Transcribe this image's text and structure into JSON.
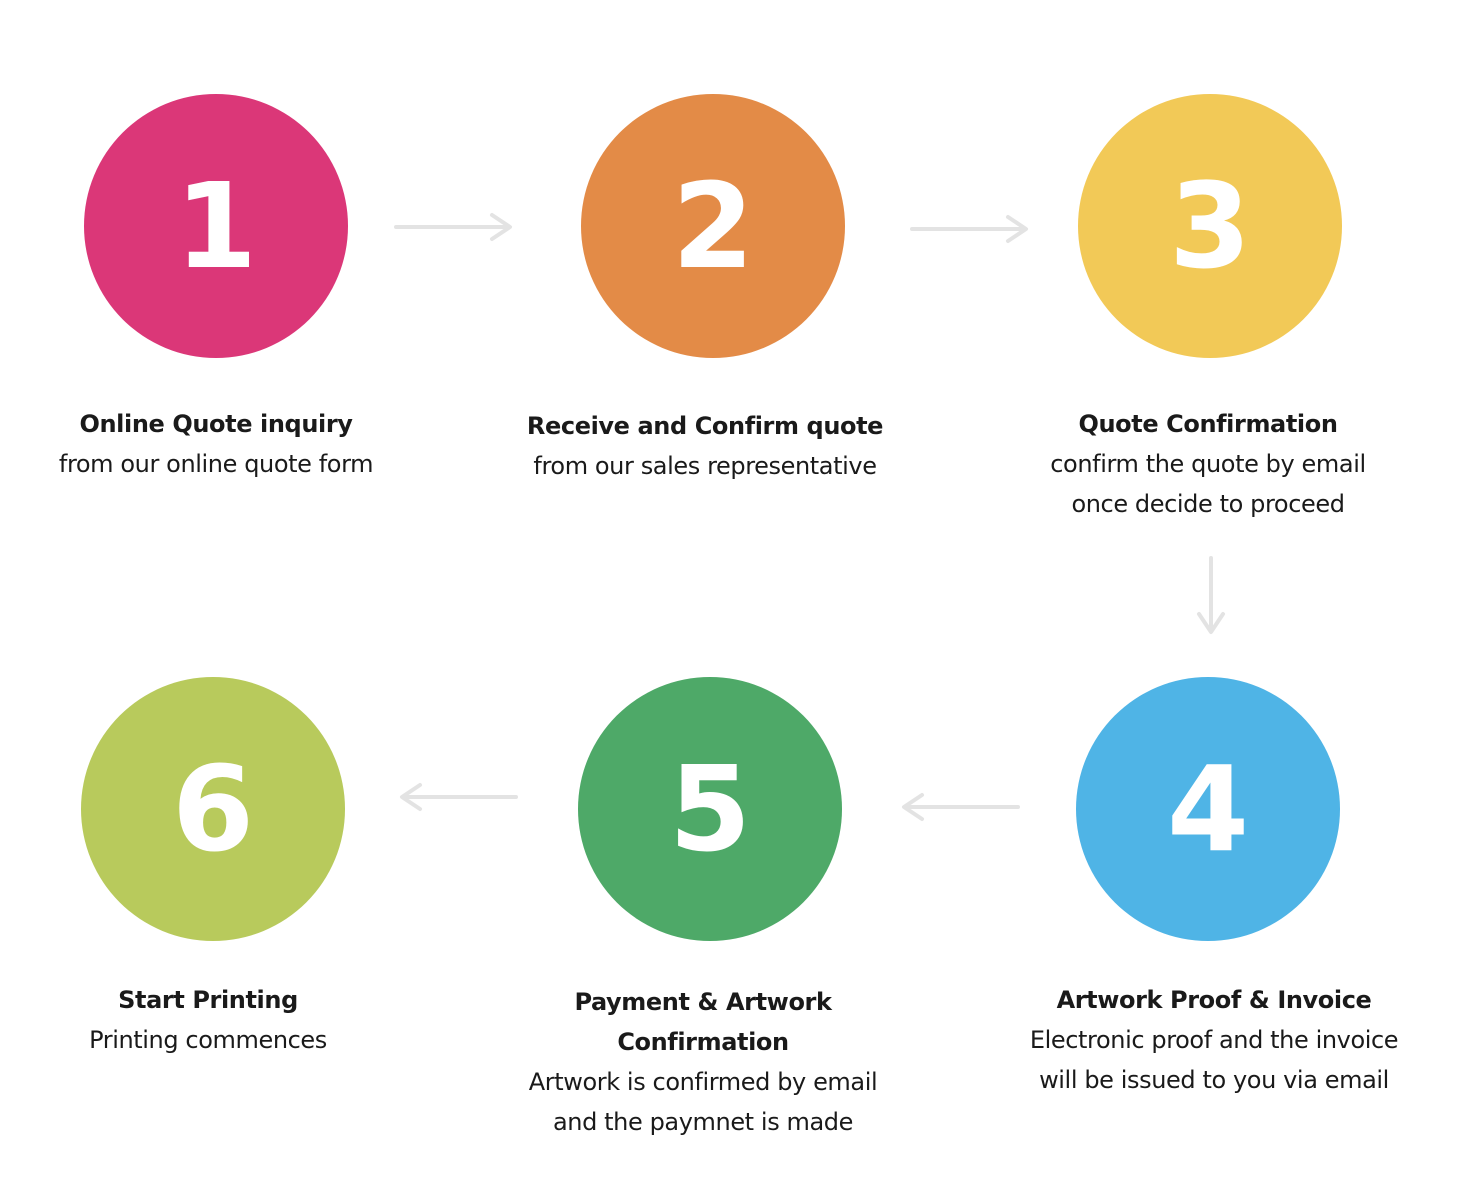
{
  "steps": [
    {
      "number": "1",
      "title": "Online Quote inquiry",
      "desc": [
        "from our online quote form"
      ],
      "color": "#db3778"
    },
    {
      "number": "2",
      "title": "Receive and Confirm quote",
      "desc": [
        "from our sales representative"
      ],
      "color": "#e38b47"
    },
    {
      "number": "3",
      "title": "Quote Confirmation",
      "desc": [
        "confirm the quote by email",
        "once decide to proceed"
      ],
      "color": "#f2c957"
    },
    {
      "number": "4",
      "title": "Artwork Proof & Invoice",
      "desc": [
        "Electronic proof and the invoice",
        "will be issued to you via email"
      ],
      "color": "#4fb4e6"
    },
    {
      "number": "5",
      "title": "Payment & Artwork Confirmation",
      "desc": [
        "Artwork is confirmed by email",
        "and the paymnet is made"
      ],
      "color": "#4ea968"
    },
    {
      "number": "6",
      "title": "Start Printing",
      "desc": [
        "Printing commences"
      ],
      "color": "#b8ca5c"
    }
  ],
  "arrow_color": "#e3e3e3"
}
